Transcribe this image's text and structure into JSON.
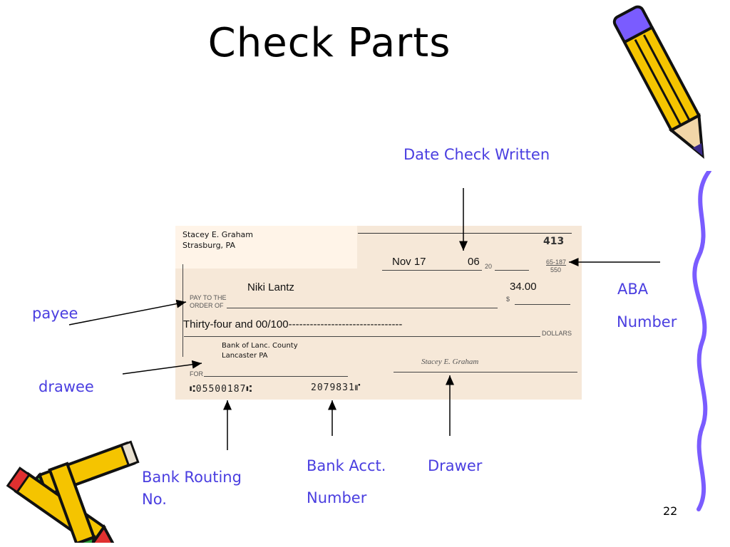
{
  "slide": {
    "title": "Check Parts",
    "number": "22"
  },
  "labels": {
    "date_written": "Date Check Written",
    "aba_line1": "ABA",
    "aba_line2": "Number",
    "payee": "payee",
    "drawee": "drawee",
    "routing_line1": "Bank Routing",
    "routing_line2": "No.",
    "acct_line1": "Bank Acct.",
    "acct_line2": "Number",
    "drawer": "Drawer"
  },
  "check": {
    "owner_name": "Stacey E. Graham",
    "owner_city": "Strasburg, PA",
    "check_number": "413",
    "date_month_day": "Nov 17",
    "date_year": "06",
    "date_prefix": "20",
    "aba_top": "65-187",
    "aba_bottom": "550",
    "payee_name": "Niki Lantz",
    "pay_to_line1": "PAY TO THE",
    "pay_to_line2": "ORDER OF",
    "dollar_sign": "$",
    "amount": "34.00",
    "amount_words": "Thirty-four and 00/100--------------------------------",
    "dollars_label": "DOLLARS",
    "bank_name": "Bank of Lanc. County",
    "bank_city": "Lancaster PA",
    "signature": "Stacey E. Graham",
    "for_label": "FOR",
    "routing_micr": "⑆05500187⑆",
    "account_micr": "2079831⑈"
  },
  "colors": {
    "label": "#4a3ee0",
    "check_bg": "#f6e8d8",
    "pencil_body": "#f5c400",
    "pencil_outline": "#111111"
  },
  "decorations": [
    "pencil-icon",
    "crayon-icon"
  ]
}
